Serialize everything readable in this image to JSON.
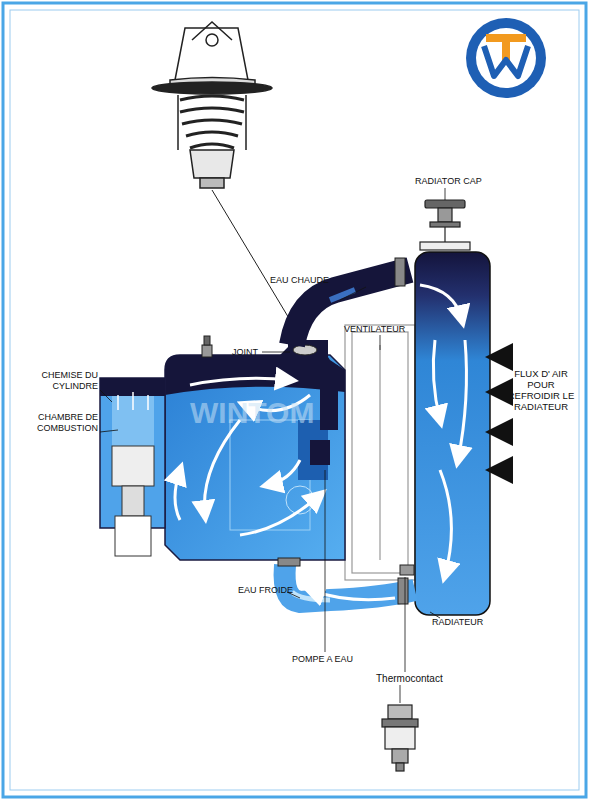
{
  "diagram": {
    "labels": [
      "RADIATOR CAP",
      "EAU CHAUDE",
      "VENTILATEUR",
      "JOINT",
      "CHEMISE DU CYLINDRE",
      "CHAMBRE DE COMBUSTION",
      "FLUX D' AIR POUR REFROIDIR LE RADIATEUR",
      "EAU FROIDE",
      "RADIATEUR",
      "POMPE A EAU",
      "Thermocontact",
      "WINTOM"
    ]
  }
}
